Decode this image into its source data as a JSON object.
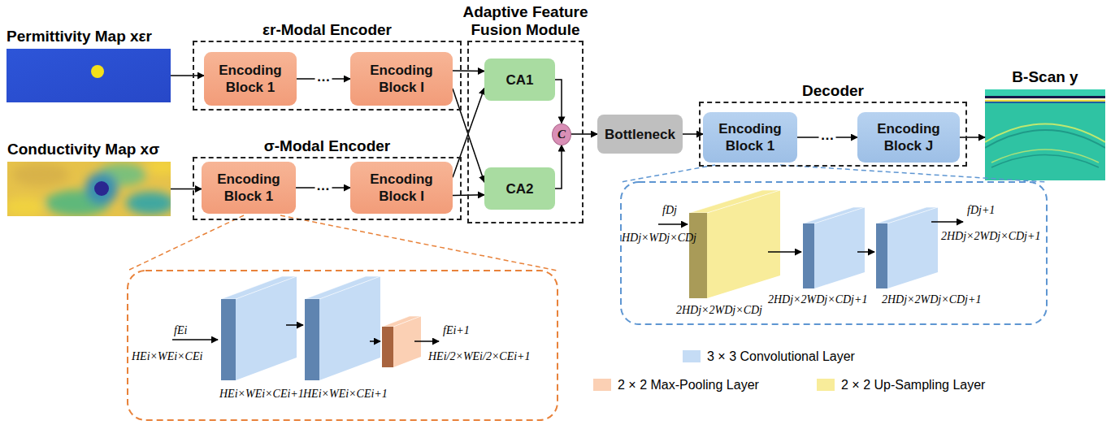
{
  "diagram": {
    "nodes": [
      {
        "text": [
          "Permittivity Map xεr"
        ]
      },
      {
        "text": [
          "εr-Modal Encoder"
        ]
      },
      {
        "text": [
          "Encoding Block 1"
        ],
        "in": 1
      },
      {
        "text": [
          "Encoding Block I"
        ],
        "in": 1
      },
      {
        "text": [
          "Conductivity Map xσ"
        ]
      },
      {
        "text": [
          "σ-Modal Encoder"
        ]
      },
      {
        "text": [
          "Encoding Block 1"
        ],
        "in": 5
      },
      {
        "text": [
          "Encoding Block I"
        ],
        "in": 5
      },
      {
        "text": [
          "Adaptive Feature Fusion Module"
        ]
      },
      {
        "text": [
          "CA1"
        ],
        "in": 8
      },
      {
        "text": [
          "CA2"
        ],
        "in": 8
      },
      {
        "text": [
          "C"
        ],
        "in": 8
      },
      {
        "text": [
          "Bottleneck"
        ]
      },
      {
        "text": [
          "Decoder"
        ]
      },
      {
        "text": [
          "Encoding Block 1"
        ],
        "in": 13
      },
      {
        "text": [
          "Encoding Block J"
        ],
        "in": 13
      },
      {
        "text": [
          "B-Scan y"
        ]
      }
    ],
    "edges": [
      {
        "from": 0,
        "to": 2,
        "arrow": "to"
      },
      {
        "from": 2,
        "to": 3,
        "arrow": "to",
        "label": "…"
      },
      {
        "from": 3,
        "to": 9,
        "arrow": "to"
      },
      {
        "from": 3,
        "to": 10,
        "arrow": "to"
      },
      {
        "from": 7,
        "to": 9,
        "arrow": "to"
      },
      {
        "from": 7,
        "to": 10,
        "arrow": "to"
      },
      {
        "from": 4,
        "to": 6,
        "arrow": "to"
      },
      {
        "from": 6,
        "to": 7,
        "arrow": "to",
        "label": "…"
      },
      {
        "from": 9,
        "to": 11,
        "arrow": "to"
      },
      {
        "from": 10,
        "to": 11,
        "arrow": "to"
      },
      {
        "from": 11,
        "to": 12,
        "arrow": "to"
      },
      {
        "from": 12,
        "to": 14,
        "arrow": "to"
      },
      {
        "from": 14,
        "to": 15,
        "arrow": "to",
        "label": "…"
      },
      {
        "from": 15,
        "to": 16,
        "arrow": "to"
      }
    ],
    "labels": [
      "fEi",
      "HEi×WEi×CEi",
      "HEi×WEi×CEi+1",
      "HEi×WEi×CEi+1",
      "fEi+1",
      "HEi/2×WEi/2×CEi+1",
      "fDj",
      "HDj×WDj×CDj",
      "2HDj×2WDj×CDj",
      "2HDj×2WDj×CDj+1",
      "2HDj×2WDj×CDj+1",
      "fDj+1",
      "2HDj×2WDj×CDj+1"
    ],
    "legend": [
      {
        "text": "3 × 3 Convolutional Layer",
        "color": "#c5dcf5"
      },
      {
        "text": "2 × 2 Max-Pooling Layer",
        "color": "#fbd0b4"
      },
      {
        "text": "2 × 2 Up-Sampling Layer",
        "color": "#f8ec9a"
      }
    ]
  }
}
